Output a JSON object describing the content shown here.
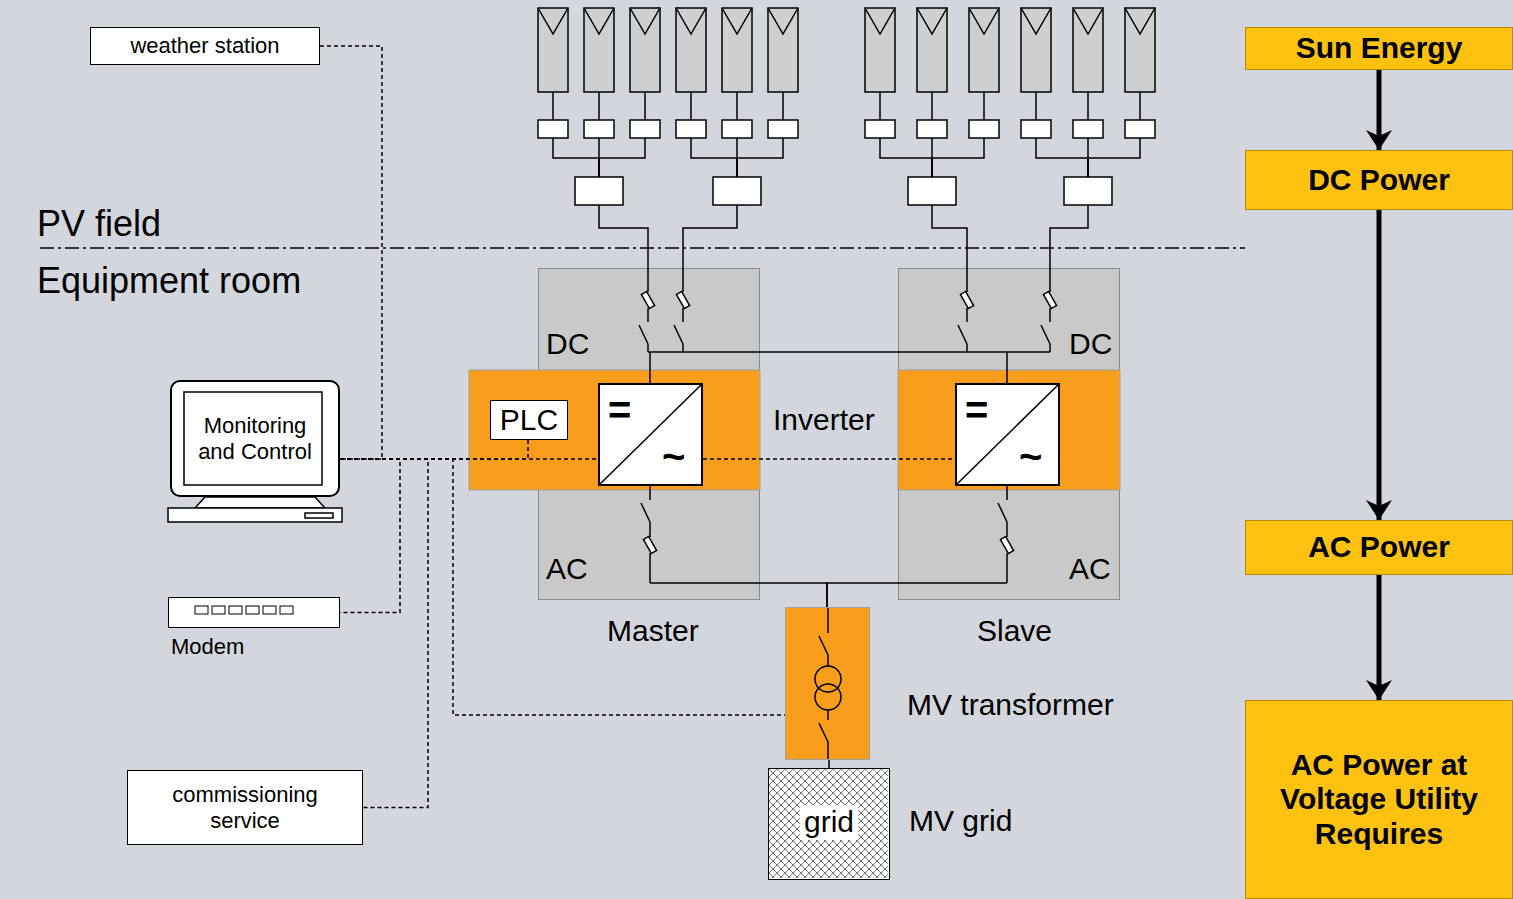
{
  "diagram": {
    "nodes": [
      {
        "text": [
          "weather station"
        ]
      },
      {
        "text": [
          "Monitoring and Control"
        ]
      },
      {
        "text": [
          "Modem"
        ]
      },
      {
        "text": [
          "commissioning service"
        ]
      },
      {
        "text": [
          "DC",
          "AC",
          "Master"
        ]
      },
      {
        "text": [
          "PLC"
        ]
      },
      {
        "text": [
          "=",
          "~"
        ]
      },
      {
        "text": [
          "DC",
          "AC",
          "Slave"
        ]
      },
      {
        "text": [
          "=",
          "~"
        ]
      },
      {
        "text": [
          "MV transformer"
        ]
      },
      {
        "text": [
          "grid",
          "MV grid"
        ]
      },
      {
        "text": [
          "Sun Energy"
        ]
      },
      {
        "text": [
          "DC Power"
        ]
      },
      {
        "text": [
          "AC Power"
        ]
      },
      {
        "text": [
          "AC Power at Voltage Utility Requires"
        ]
      }
    ],
    "edges": [
      {
        "from": 0,
        "to": 1,
        "arrow": "none"
      },
      {
        "from": 1,
        "to": 2,
        "arrow": "none"
      },
      {
        "from": 1,
        "to": 3,
        "arrow": "none"
      },
      {
        "from": 1,
        "to": 5,
        "arrow": "none"
      },
      {
        "from": 1,
        "to": 6,
        "arrow": "none"
      },
      {
        "from": 1,
        "to": 9,
        "arrow": "none"
      },
      {
        "from": 6,
        "to": 8,
        "arrow": "none"
      },
      {
        "from": 4,
        "to": 9,
        "arrow": "none"
      },
      {
        "from": 7,
        "to": 9,
        "arrow": "none"
      },
      {
        "from": 9,
        "to": 10,
        "arrow": "none"
      },
      {
        "from": 11,
        "to": 12,
        "arrow": "to"
      },
      {
        "from": 12,
        "to": 13,
        "arrow": "to"
      },
      {
        "from": 13,
        "to": 14,
        "arrow": "to"
      }
    ],
    "labels": [
      "PV field",
      "Equipment room",
      "Inverter"
    ]
  }
}
